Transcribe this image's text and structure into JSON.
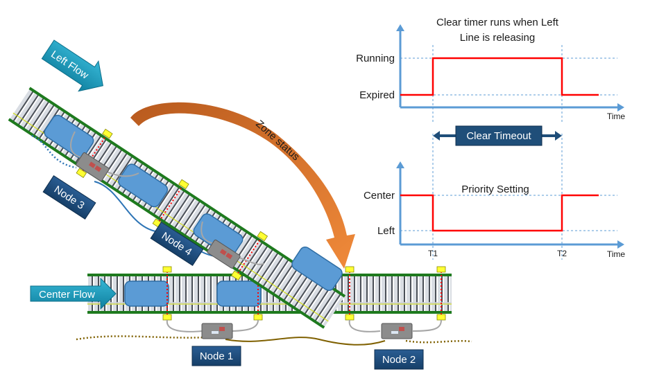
{
  "diagram": {
    "flows": {
      "left_flow": "Left Flow",
      "center_flow": "Center Flow"
    },
    "zone_status_label": "Zone status",
    "nodes": [
      {
        "label": "Node 1"
      },
      {
        "label": "Node 2"
      },
      {
        "label": "Node 3"
      },
      {
        "label": "Node 4"
      }
    ],
    "colors": {
      "conveyor_rail": "#1e7a1e",
      "carton": "#5b9bd5",
      "sensor": "#ffff33",
      "node_box": "#1f4e79",
      "flow_arrow": "#1aa0c0",
      "zone_arrow": "#e07b30",
      "signal_red": "#ff0000",
      "axis_blue": "#5b9bd5"
    }
  },
  "chart_data": [
    {
      "type": "line",
      "style": "step",
      "title": "Clear timer runs when Left Line is releasing",
      "title_lines": [
        "Clear timer runs when Left",
        "Line is releasing"
      ],
      "xlabel": "Time",
      "ylabel": "",
      "y_categories": [
        "Expired",
        "Running"
      ],
      "x_markers": [
        "T1",
        "T2"
      ],
      "series": [
        {
          "name": "Clear timer",
          "color": "#ff0000",
          "points": [
            {
              "x": 0,
              "y": "Expired"
            },
            {
              "x": "T1",
              "y": "Expired"
            },
            {
              "x": "T1",
              "y": "Running"
            },
            {
              "x": "T2",
              "y": "Running"
            },
            {
              "x": "T2",
              "y": "Expired"
            },
            {
              "x": "end",
              "y": "Expired"
            }
          ]
        }
      ],
      "grid": "dashed reference lines at levels and markers",
      "annotation": {
        "label": "Clear  Timeout",
        "span": [
          "T1",
          "T2"
        ]
      }
    },
    {
      "type": "line",
      "style": "step",
      "title": "Priority Setting",
      "xlabel": "Time",
      "ylabel": "",
      "y_categories": [
        "Left",
        "Center"
      ],
      "x_markers": [
        "T1",
        "T2"
      ],
      "x_tick_labels": [
        "T1",
        "T2"
      ],
      "series": [
        {
          "name": "Priority",
          "color": "#ff0000",
          "points": [
            {
              "x": 0,
              "y": "Center"
            },
            {
              "x": "T1",
              "y": "Center"
            },
            {
              "x": "T1",
              "y": "Left"
            },
            {
              "x": "T2",
              "y": "Left"
            },
            {
              "x": "T2",
              "y": "Center"
            },
            {
              "x": "end",
              "y": "Center"
            }
          ]
        }
      ],
      "grid": "dashed reference lines at levels and markers"
    }
  ]
}
